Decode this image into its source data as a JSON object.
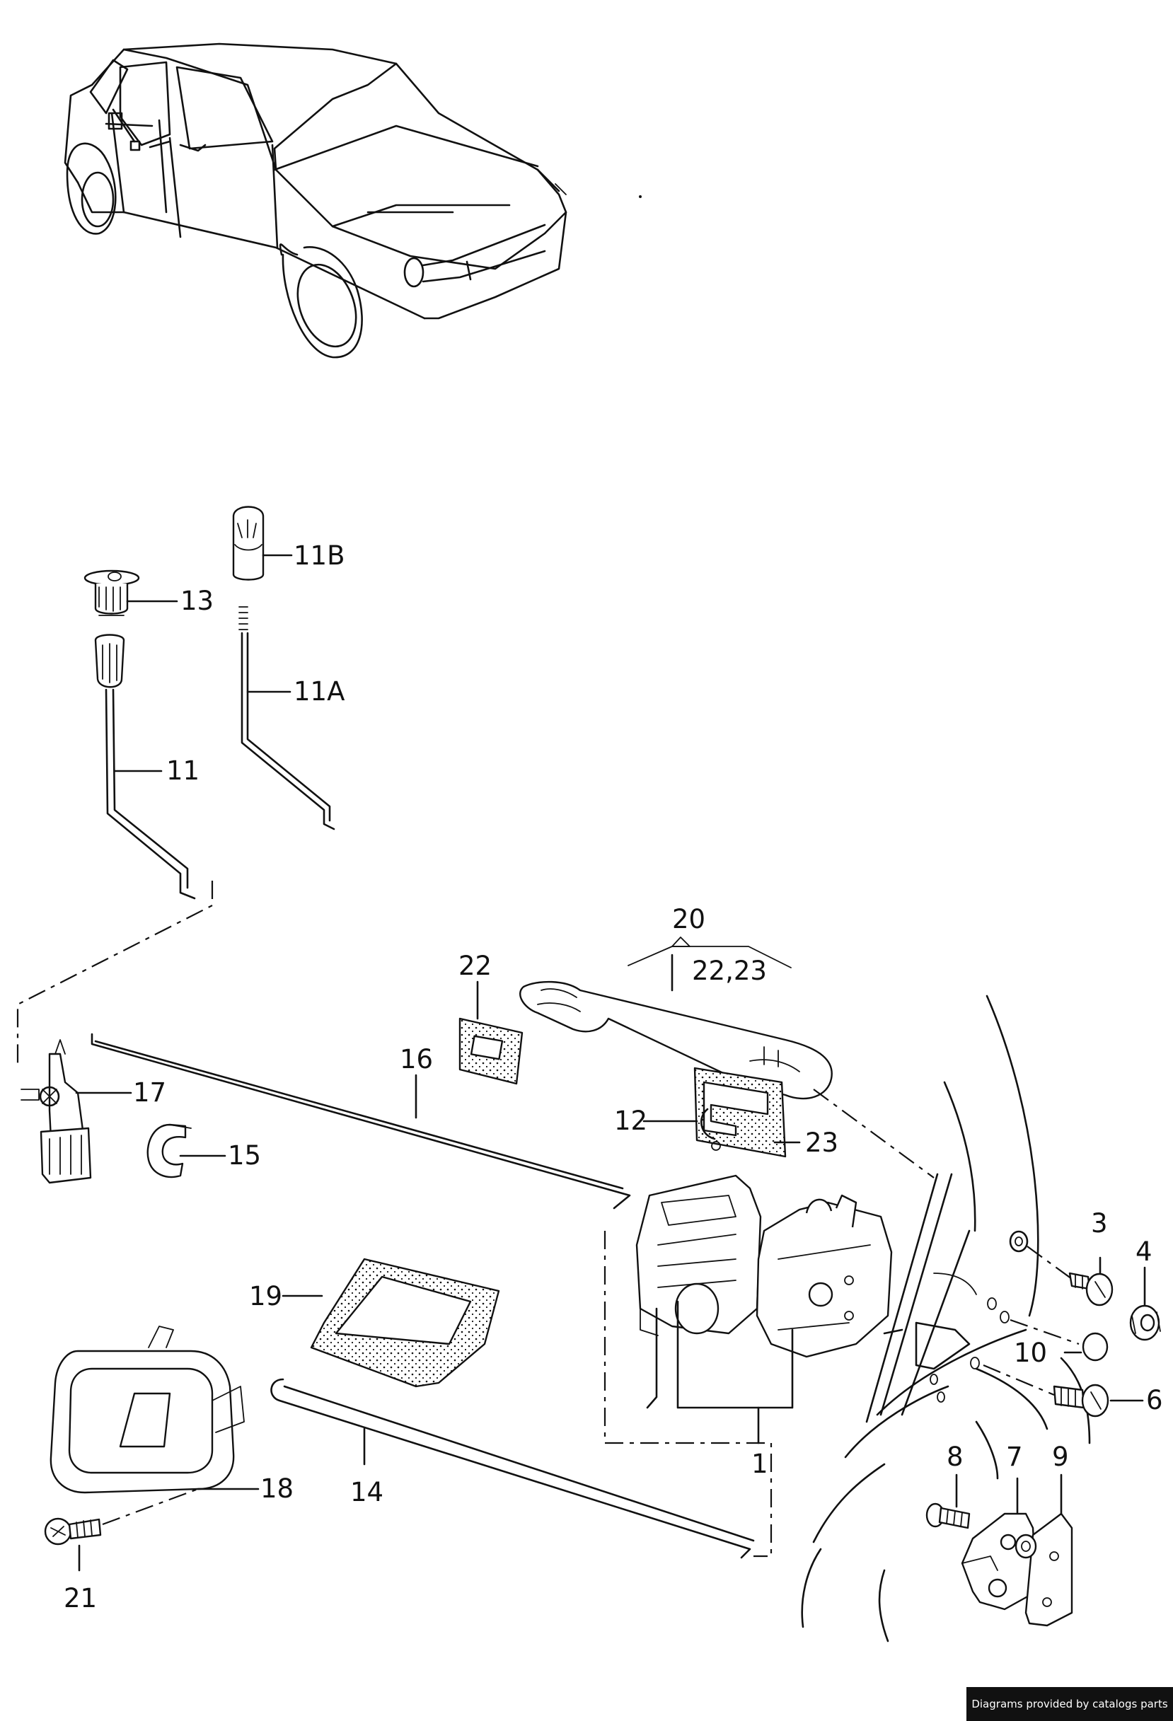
{
  "diagram": {
    "labels": {
      "p1": "1",
      "p3": "3",
      "p4": "4",
      "p6": "6",
      "p7": "7",
      "p8": "8",
      "p9": "9",
      "p10": "10",
      "p11": "11",
      "p11A": "11A",
      "p11B": "11B",
      "p12": "12",
      "p13": "13",
      "p14": "14",
      "p15": "15",
      "p16": "16",
      "p17": "17",
      "p18": "18",
      "p19": "19",
      "p20": "20",
      "p20sub": "22,23",
      "p21": "21",
      "p22": "22",
      "p23": "23"
    }
  },
  "footer": {
    "text": "Diagrams provided by catalogs parts"
  }
}
